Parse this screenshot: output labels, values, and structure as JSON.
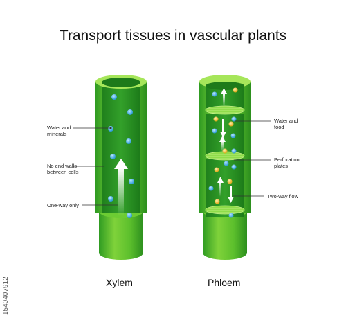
{
  "title": "Transport tissues in vascular plants",
  "xylem": {
    "caption": "Xylem",
    "labels": {
      "water": "Water and\nminerals",
      "walls": "No end walls\nbetween cells",
      "flow": "One-way only"
    }
  },
  "phloem": {
    "caption": "Phloem",
    "labels": {
      "water": "Water and\nfood",
      "plates": "Perforation\nplates",
      "flow": "Two-way flow"
    }
  },
  "stock_id": "1540407912",
  "colors": {
    "tube_dark": "#1f8a1f",
    "tube_light": "#9ee34a",
    "inner": "#2e9a2e",
    "water_dot": "#4fb6ea",
    "food_dot": "#f2c03c"
  }
}
